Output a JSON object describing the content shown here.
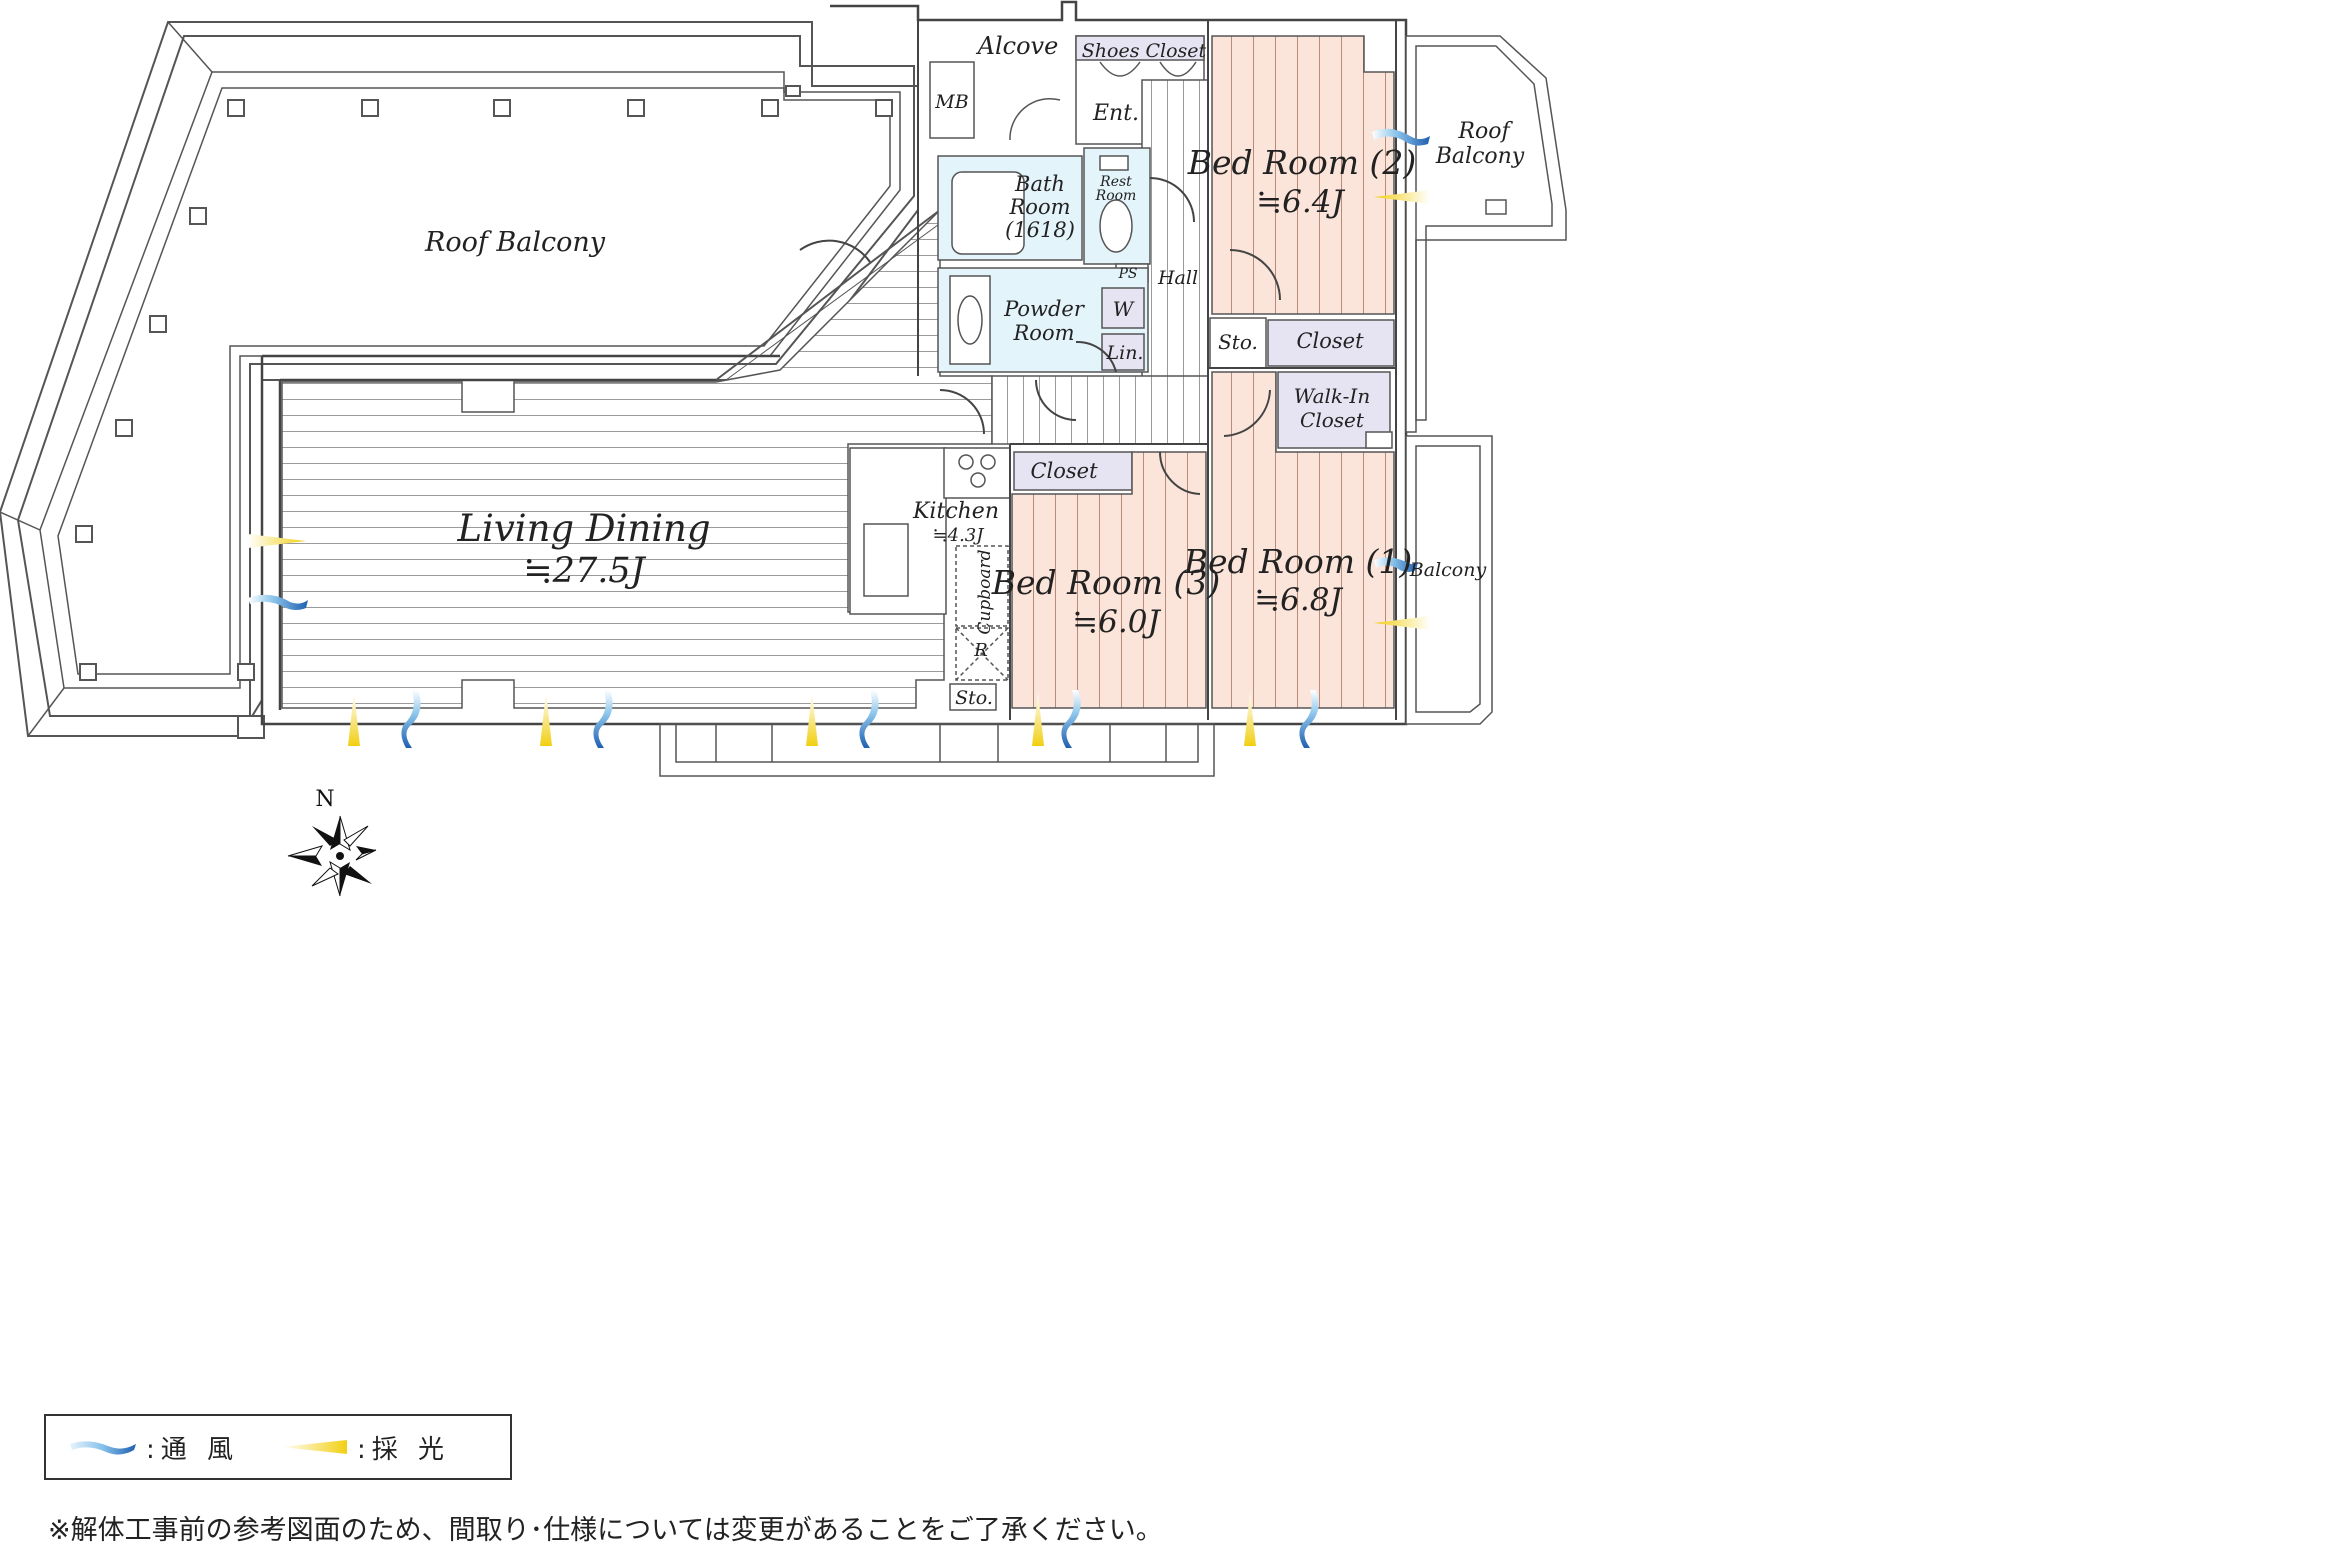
{
  "rooms": {
    "roof_balcony_main": "Roof Balcony",
    "roof_balcony_right_1": "Roof",
    "roof_balcony_right_2": "Balcony",
    "alcove": "Alcove",
    "mb": "MB",
    "shoes_closet": "Shoes Closet",
    "ent": "Ent.",
    "bath_1": "Bath",
    "bath_2": "Room",
    "bath_3": "(1618)",
    "rest_1": "Rest",
    "rest_2": "Room",
    "ps": "PS",
    "powder_1": "Powder",
    "powder_2": "Room",
    "w": "W",
    "lin": "Lin.",
    "hall": "Hall",
    "bed2_name": "Bed Room (2)",
    "bed2_size": "≒6.4J",
    "sto_upper": "Sto.",
    "closet_upper": "Closet",
    "walkin_1": "Walk-In",
    "walkin_2": "Closet",
    "closet_mid": "Closet",
    "living_name": "Living Dining",
    "living_size": "≒27.5J",
    "kitchen_name": "Kitchen",
    "kitchen_size": "≒4.3J",
    "cupboard": "Cupboard",
    "r": "R",
    "sto_lower": "Sto.",
    "bed3_name": "Bed Room (3)",
    "bed3_size": "≒6.0J",
    "bed1_name": "Bed Room (1)",
    "bed1_size": "≒6.8J",
    "balcony": "Balcony"
  },
  "compass": {
    "north": "N"
  },
  "legend": {
    "wind": ":通 風",
    "light": ":採 光"
  },
  "note": "※解体工事前の参考図面のため、間取り･仕様については変更があることをご了承ください。",
  "colors": {
    "bedroom_floor": "#fbe4d9",
    "wet_area": "#e4f4fb",
    "closet": "#e6e4f2",
    "wind": "#2f76c4",
    "light": "#f4d21a",
    "wall": "#555555"
  }
}
